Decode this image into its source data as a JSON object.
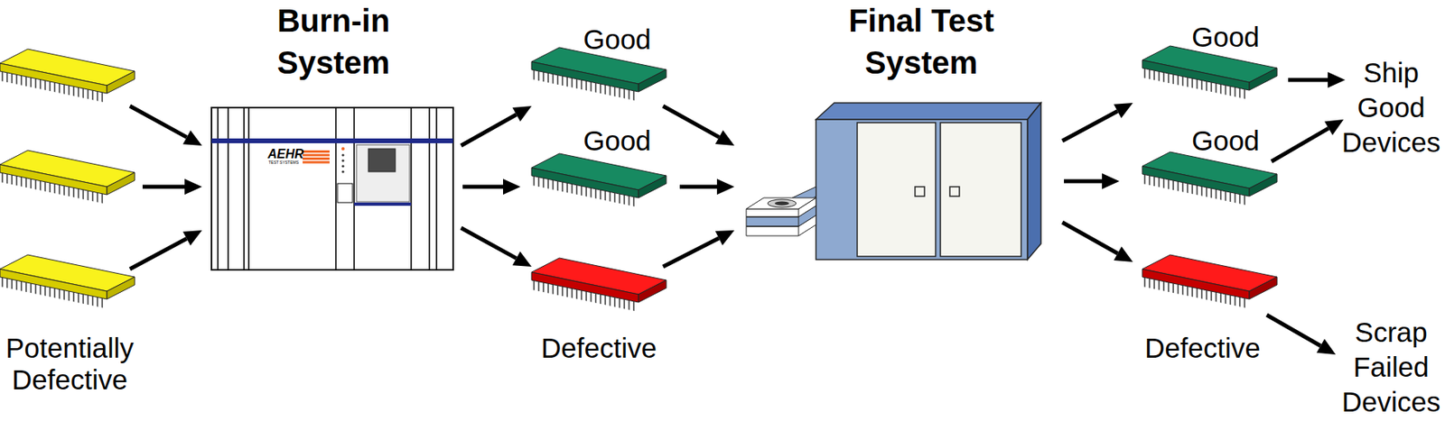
{
  "diagram": {
    "nodes": [
      {
        "text": [
          "Potentially Defective"
        ]
      },
      {
        "text": [
          "Burn-in System"
        ]
      },
      {
        "text": [
          "Good"
        ]
      },
      {
        "text": [
          "Good"
        ]
      },
      {
        "text": [
          "Defective"
        ]
      },
      {
        "text": [
          "Final Test System"
        ]
      },
      {
        "text": [
          "Good"
        ]
      },
      {
        "text": [
          "Good"
        ]
      },
      {
        "text": [
          "Defective"
        ]
      },
      {
        "text": [
          "Ship Good Devices"
        ]
      },
      {
        "text": [
          "Scrap Failed Devices"
        ]
      }
    ],
    "edges": [
      {
        "from": 0,
        "to": 1,
        "arrow": "to"
      },
      {
        "from": 0,
        "to": 1,
        "arrow": "to"
      },
      {
        "from": 0,
        "to": 1,
        "arrow": "to"
      },
      {
        "from": 1,
        "to": 2,
        "arrow": "to"
      },
      {
        "from": 1,
        "to": 3,
        "arrow": "to"
      },
      {
        "from": 1,
        "to": 4,
        "arrow": "to"
      },
      {
        "from": 2,
        "to": 5,
        "arrow": "to"
      },
      {
        "from": 3,
        "to": 5,
        "arrow": "to"
      },
      {
        "from": 4,
        "to": 5,
        "arrow": "to"
      },
      {
        "from": 5,
        "to": 6,
        "arrow": "to"
      },
      {
        "from": 5,
        "to": 7,
        "arrow": "to"
      },
      {
        "from": 5,
        "to": 8,
        "arrow": "to"
      },
      {
        "from": 6,
        "to": 9,
        "arrow": "to"
      },
      {
        "from": 7,
        "to": 9,
        "arrow": "to"
      },
      {
        "from": 8,
        "to": 10,
        "arrow": "to"
      }
    ],
    "labels": [
      "AEHR",
      "TEST SYSTEMS"
    ]
  }
}
